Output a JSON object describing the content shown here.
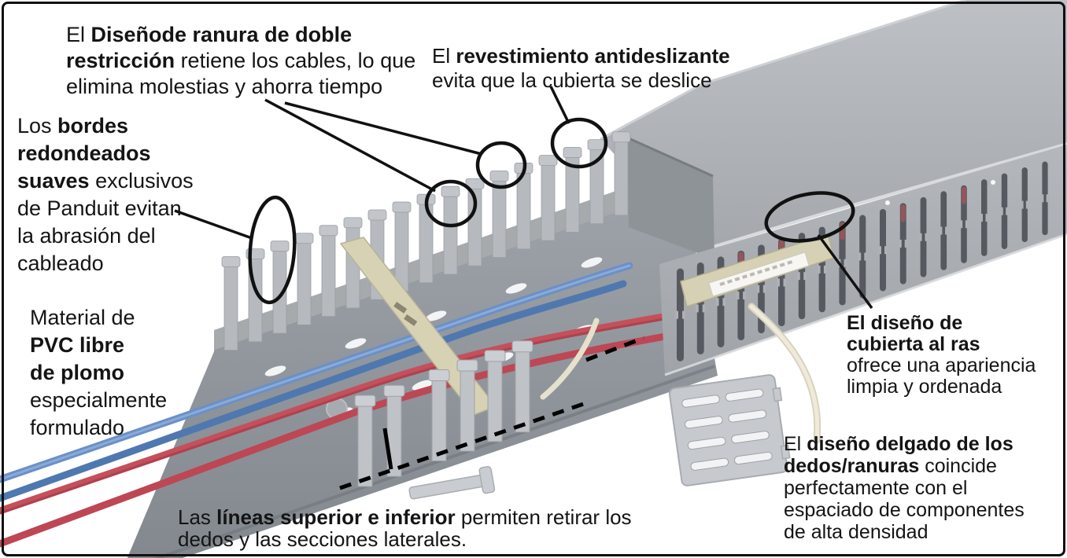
{
  "figure": {
    "title_hint": "Panduit wiring duct annotated product diagram",
    "language": "es"
  },
  "colors": {
    "background": "#ffffff",
    "border": "#101010",
    "duct_gray": "#aeb2b7",
    "cover_gray": "#b0b4b8",
    "floor_gray": "#949aa0",
    "cable_blue": "#6b90c8",
    "cable_blue_dark": "#4f78b0",
    "cable_red": "#c4505c",
    "cable_cream": "#eae5d3",
    "strap_beige": "#d8d2b5",
    "callout_black": "#111111"
  },
  "annotations": {
    "slot_design": {
      "l1_pre": "El ",
      "l1_bold": "Diseñode ranura de doble",
      "l2_bold": "restricción",
      "l2_post": " retiene los cables, lo que",
      "l3": "elimina molestias y ahorra tiempo"
    },
    "anti_slip": {
      "l1_pre": "El ",
      "l1_bold": "revestimiento antideslizante",
      "l2": "evita que la cubierta se deslice"
    },
    "rounded_edges": {
      "l1_pre": "Los ",
      "l1_bold": "bordes",
      "l2_bold": "redondeados",
      "l3_bold": "suaves",
      "l3_post": " exclusivos",
      "l4": "de Panduit evitan",
      "l5": "la abrasión del",
      "l6": "cableado"
    },
    "pvc": {
      "l1": "Material de",
      "l2_bold": "PVC libre",
      "l3_bold": "de plomo",
      "l4": "especialmente",
      "l5": "formulado"
    },
    "flush_cover": {
      "l1_bold": "El diseño de",
      "l2_bold": "cubierta al ras",
      "l3": "ofrece una apariencia",
      "l4": "limpia y ordenada"
    },
    "slim_fingers": {
      "l1_pre": "El ",
      "l1_bold": "diseño delgado de los",
      "l2_bold": "dedos/ranuras",
      "l2_post": " coincide",
      "l3": "perfectamente con el",
      "l4": "espaciado de componentes",
      "l5": "de alta densidad"
    },
    "score_lines": {
      "l1_pre": "Las ",
      "l1_bold": "líneas superior e inferior",
      "l1_post": " permiten retirar los",
      "l2": "dedos y las secciones laterales."
    }
  }
}
